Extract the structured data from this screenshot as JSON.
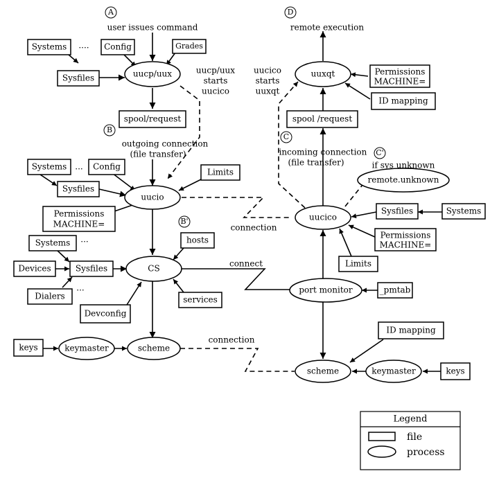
{
  "markers": {
    "A": "A",
    "B": "B",
    "Bprime": "B'",
    "C": "C",
    "Cprime": "C'",
    "D": "D"
  },
  "annotations": {
    "user_issues_command": "user issues command",
    "ellipsis": "....",
    "uucp_starts_1": "uucp/uux",
    "uucp_starts_2": "starts",
    "uucp_starts_3": "uucico",
    "outgoing_1": "outgoing connection",
    "outgoing_2": "(file transfer)",
    "connection_mid": "connection",
    "connect": "connect",
    "connection_bottom": "connection",
    "remote_execution": "remote execution",
    "uucico_starts_1": "uucico",
    "uucico_starts_2": "starts",
    "uucico_starts_3": "uuxqt",
    "incoming_1": "incoming connection",
    "incoming_2": "(file transfer)",
    "if_sys_unknown": "if sys unknown",
    "dots": "...",
    "dots_systems": "...",
    "dots_dialers": "..."
  },
  "files": {
    "systems1": "Systems",
    "config1": "Config",
    "grades": "Grades",
    "sysfiles1": "Sysfiles",
    "spool_left": "spool/request",
    "systems2": "Systems",
    "config2": "Config",
    "sysfiles2": "Sysfiles",
    "limits_left": "Limits",
    "permissions_left_1": "Permissions",
    "permissions_left_2": "MACHINE=",
    "systems3": "Systems",
    "devices": "Devices",
    "sysfiles3": "Sysfiles",
    "dialers": "Dialers",
    "hosts": "hosts",
    "services": "services",
    "devconfig": "Devconfig",
    "keys_left": "keys",
    "permissions_right_1": "Permissions",
    "permissions_right_2": "MACHINE=",
    "id_mapping_top": "ID mapping",
    "spool_right": "spool /request",
    "sysfiles_right": "Sysfiles",
    "systems_right": "Systems",
    "permissions_right2_1": "Permissions",
    "permissions_right2_2": "MACHINE=",
    "limits_right": "Limits",
    "pmtab": "_pmtab",
    "id_mapping_bottom": "ID mapping",
    "keys_right": "keys"
  },
  "processes": {
    "uucp_uux": "uucp/uux",
    "uucio": "uucio",
    "cs": "CS",
    "keymaster_left": "keymaster",
    "scheme_left": "scheme",
    "uuxqt": "uuxqt",
    "uucico": "uucico",
    "remote_unknown": "remote.unknown",
    "port_monitor": "port monitor",
    "scheme_right": "scheme",
    "keymaster_right": "keymaster"
  },
  "legend": {
    "title": "Legend",
    "file": "file",
    "process": "process"
  }
}
